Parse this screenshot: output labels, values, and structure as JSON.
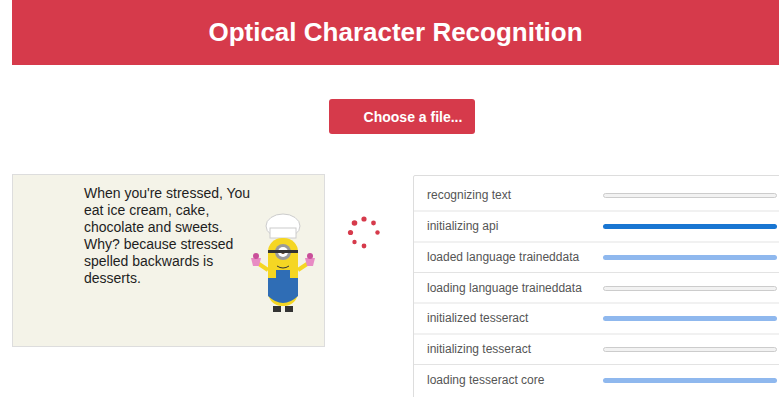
{
  "diagram": {
    "title": "Optical Character Recognition",
    "nodes": [
      {
        "text": [
          "Choose a file..."
        ]
      },
      {
        "text": [
          "When you're stressed, You eat ice cream, cake, chocolate and sweets. Why? because stressed spelled backwards is desserts."
        ]
      },
      {
        "text": [
          "recognizing text"
        ]
      },
      {
        "text": [
          "initializing api"
        ]
      },
      {
        "text": [
          "loaded language traineddata"
        ]
      },
      {
        "text": [
          "loading language traineddata"
        ]
      },
      {
        "text": [
          "initialized tesseract"
        ]
      },
      {
        "text": [
          "initializing tesseract"
        ]
      },
      {
        "text": [
          "loading tesseract core"
        ]
      }
    ]
  }
}
